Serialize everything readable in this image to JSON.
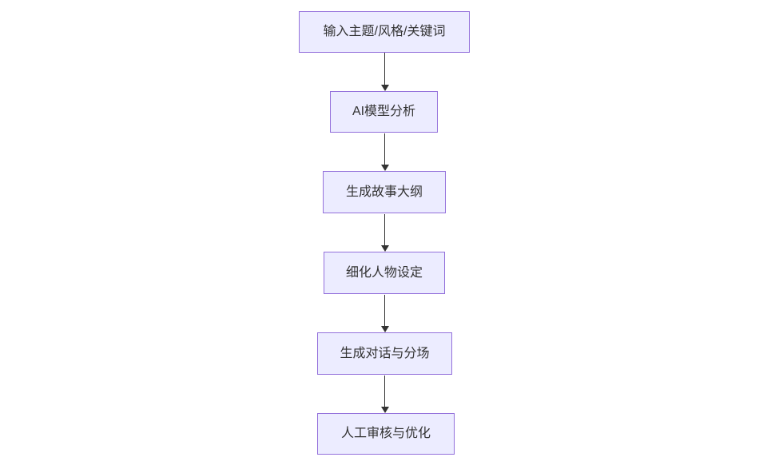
{
  "diagram": {
    "type": "flowchart",
    "direction": "top-down",
    "colors": {
      "node_fill": "#ECECFF",
      "node_border": "#9370DB",
      "text": "#333333",
      "arrow": "#333333",
      "background": "#FFFFFF"
    },
    "nodes": [
      {
        "id": "step-1",
        "label": "输入主题/风格/关键词"
      },
      {
        "id": "step-2",
        "label": "AI模型分析"
      },
      {
        "id": "step-3",
        "label": "生成故事大纲"
      },
      {
        "id": "step-4",
        "label": "细化人物设定"
      },
      {
        "id": "step-5",
        "label": "生成对话与分场"
      },
      {
        "id": "step-6",
        "label": "人工审核与优化"
      }
    ],
    "edges": [
      {
        "from": "step-1",
        "to": "step-2"
      },
      {
        "from": "step-2",
        "to": "step-3"
      },
      {
        "from": "step-3",
        "to": "step-4"
      },
      {
        "from": "step-4",
        "to": "step-5"
      },
      {
        "from": "step-5",
        "to": "step-6"
      }
    ]
  }
}
